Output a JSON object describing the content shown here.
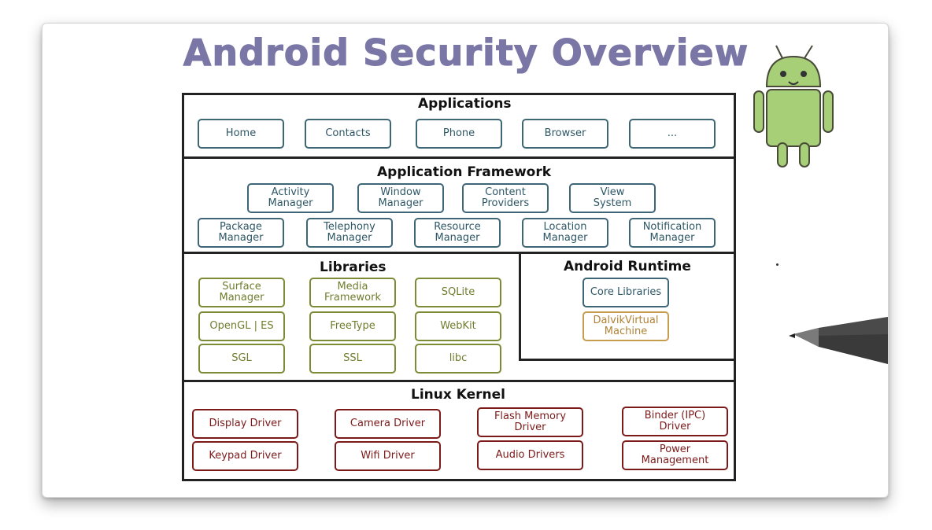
{
  "title": "Android Security Overview",
  "colors": {
    "title": "#7a76a6",
    "app_box": "#3d6676",
    "library_box": "#7c8b36",
    "kernel_box": "#7c1a1a",
    "dalvik_box": "#c69c4e",
    "robot_green": "#a6cf78"
  },
  "applications": {
    "title": "Applications",
    "items": [
      "Home",
      "Contacts",
      "Phone",
      "Browser",
      "..."
    ]
  },
  "framework": {
    "title": "Application Framework",
    "row1": [
      "Activity\nManager",
      "Window\nManager",
      "Content\nProviders",
      "View\nSystem"
    ],
    "row2": [
      "Package\nManager",
      "Telephony\nManager",
      "Resource\nManager",
      "Location\nManager",
      "Notification\nManager"
    ]
  },
  "libraries": {
    "title": "Libraries",
    "items": [
      "Surface\nManager",
      "Media\nFramework",
      "SQLite",
      "OpenGL | ES",
      "FreeType",
      "WebKit",
      "SGL",
      "SSL",
      "libc"
    ]
  },
  "runtime": {
    "title": "Android Runtime",
    "core": "Core Libraries",
    "vm": "DalvikVirtual\nMachine"
  },
  "kernel": {
    "title": "Linux Kernel",
    "items": [
      "Display Driver",
      "Camera Driver",
      "Flash Memory\nDriver",
      "Binder (IPC)\nDriver",
      "Keypad Driver",
      "Wifi Driver",
      "Audio Drivers",
      "Power\nManagement"
    ]
  },
  "icons": [
    "android-robot-icon",
    "pen-icon"
  ]
}
